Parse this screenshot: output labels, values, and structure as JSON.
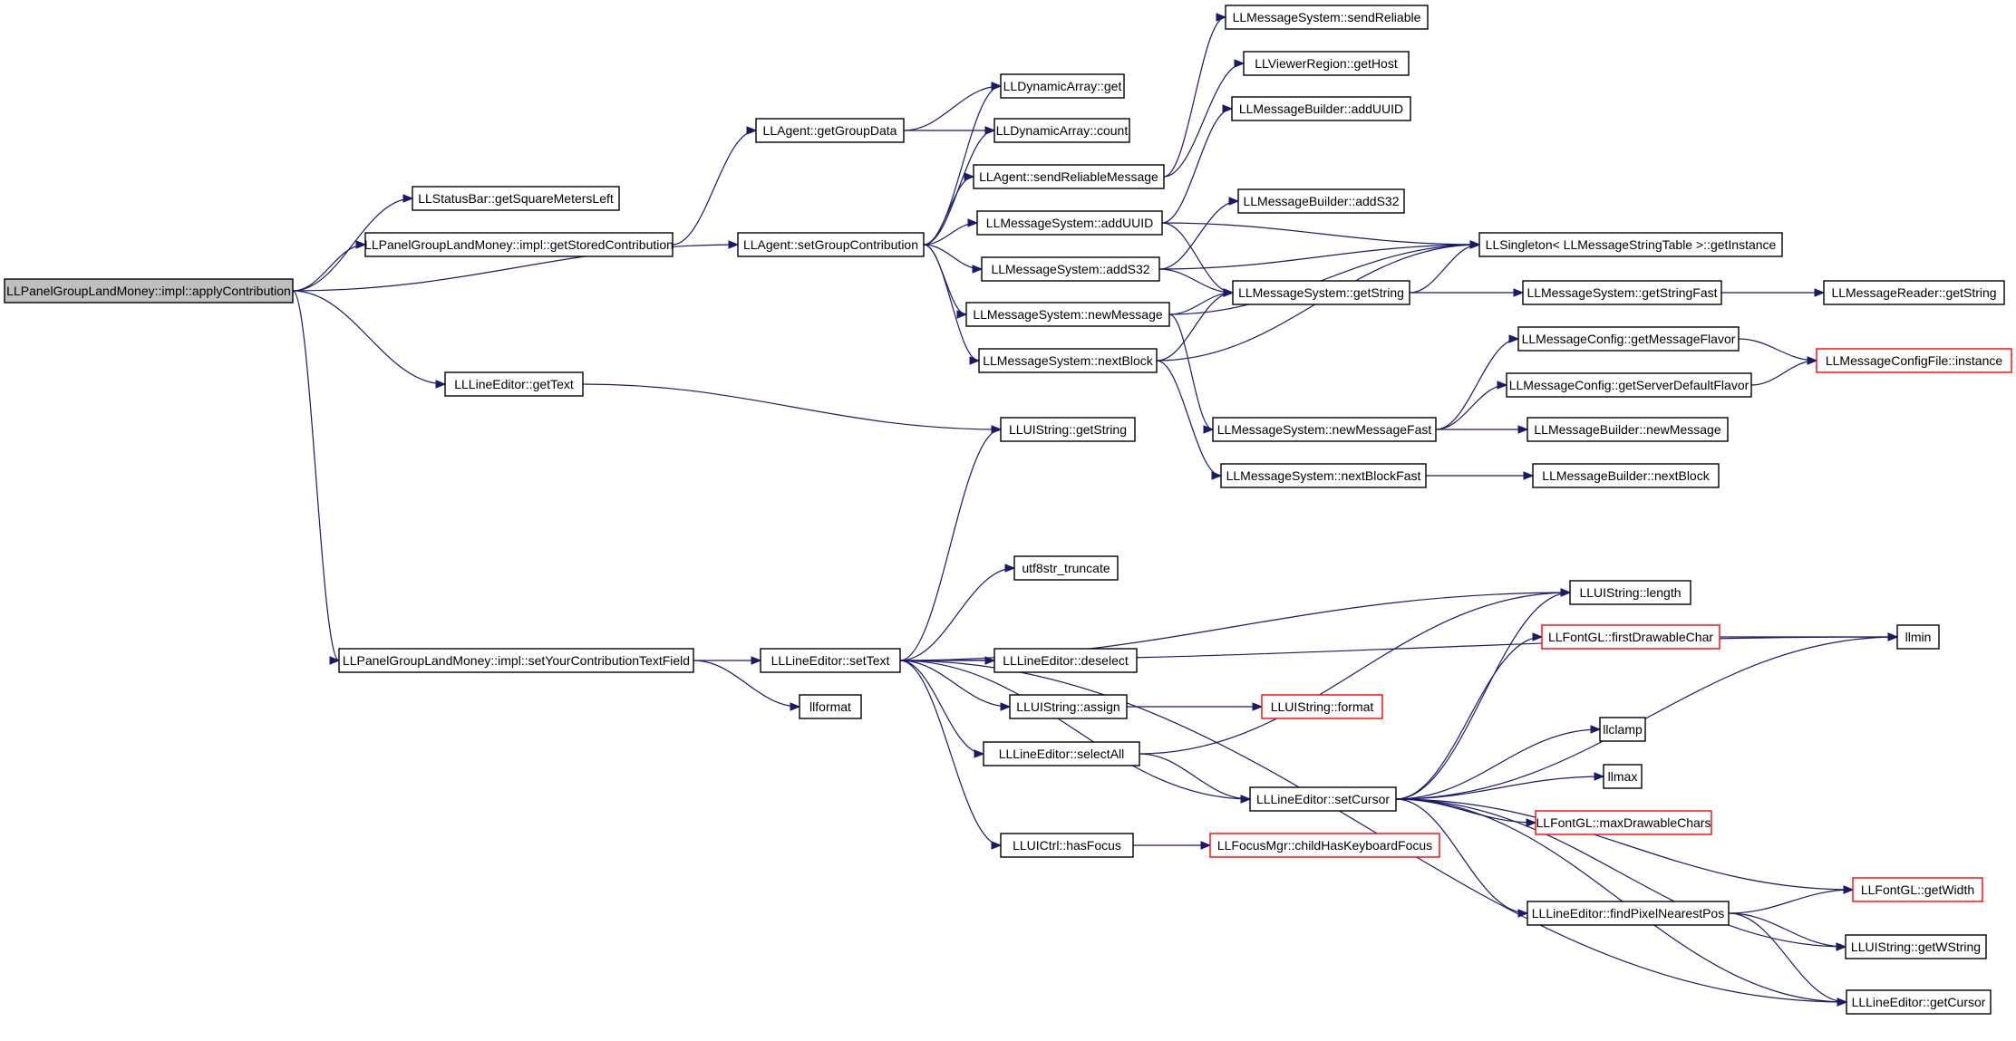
{
  "graph": {
    "root": "LLPanelGroupLandMoney::impl::applyContribution",
    "colors": {
      "edge": "#191970",
      "node_border": "#000000",
      "node_border_external": "#ff0000",
      "root_fill": "#bfbfbf"
    },
    "nodes": [
      {
        "id": "n1",
        "label": "LLPanelGroupLandMoney::impl::applyContribution",
        "style": "root"
      },
      {
        "id": "n2",
        "label": "LLStatusBar::getSquareMetersLeft",
        "style": "normal"
      },
      {
        "id": "n3",
        "label": "LLPanelGroupLandMoney::impl::getStoredContribution",
        "style": "normal"
      },
      {
        "id": "n4",
        "label": "LLAgent::setGroupContribution",
        "style": "normal"
      },
      {
        "id": "n5",
        "label": "LLLineEditor::getText",
        "style": "normal"
      },
      {
        "id": "n6",
        "label": "LLPanelGroupLandMoney::impl::setYourContributionTextField",
        "style": "normal"
      },
      {
        "id": "n7",
        "label": "LLAgent::getGroupData",
        "style": "normal"
      },
      {
        "id": "n8",
        "label": "LLDynamicArray::get",
        "style": "normal"
      },
      {
        "id": "n9",
        "label": "LLDynamicArray::count",
        "style": "normal"
      },
      {
        "id": "n10",
        "label": "LLAgent::sendReliableMessage",
        "style": "normal"
      },
      {
        "id": "n11",
        "label": "LLMessageSystem::addUUID",
        "style": "normal"
      },
      {
        "id": "n12",
        "label": "LLMessageSystem::addS32",
        "style": "normal"
      },
      {
        "id": "n13",
        "label": "LLMessageSystem::newMessage",
        "style": "normal"
      },
      {
        "id": "n14",
        "label": "LLMessageSystem::nextBlock",
        "style": "normal"
      },
      {
        "id": "n15",
        "label": "LLMessageSystem::sendReliable",
        "style": "normal"
      },
      {
        "id": "n16",
        "label": "LLViewerRegion::getHost",
        "style": "normal"
      },
      {
        "id": "n17",
        "label": "LLMessageBuilder::addUUID",
        "style": "normal"
      },
      {
        "id": "n18",
        "label": "LLMessageBuilder::addS32",
        "style": "normal"
      },
      {
        "id": "n19",
        "label": "LLSingleton< LLMessageStringTable >::getInstance",
        "style": "normal"
      },
      {
        "id": "n20",
        "label": "LLMessageSystem::getString",
        "style": "normal"
      },
      {
        "id": "n21",
        "label": "LLMessageSystem::getStringFast",
        "style": "normal"
      },
      {
        "id": "n22",
        "label": "LLMessageReader::getString",
        "style": "normal"
      },
      {
        "id": "n23",
        "label": "LLMessageConfig::getMessageFlavor",
        "style": "normal"
      },
      {
        "id": "n24",
        "label": "LLMessageConfig::getServerDefaultFlavor",
        "style": "normal"
      },
      {
        "id": "n25",
        "label": "LLMessageConfigFile::instance",
        "style": "red"
      },
      {
        "id": "n26",
        "label": "LLMessageSystem::newMessageFast",
        "style": "normal"
      },
      {
        "id": "n27",
        "label": "LLMessageBuilder::newMessage",
        "style": "normal"
      },
      {
        "id": "n28",
        "label": "LLMessageSystem::nextBlockFast",
        "style": "normal"
      },
      {
        "id": "n29",
        "label": "LLMessageBuilder::nextBlock",
        "style": "normal"
      },
      {
        "id": "n30",
        "label": "LLUIString::getString",
        "style": "normal"
      },
      {
        "id": "n31",
        "label": "utf8str_truncate",
        "style": "normal"
      },
      {
        "id": "n32",
        "label": "LLUIString::length",
        "style": "normal"
      },
      {
        "id": "n33",
        "label": "llmin",
        "style": "normal"
      },
      {
        "id": "n34",
        "label": "LLLineEditor::setText",
        "style": "normal"
      },
      {
        "id": "n35",
        "label": "LLLineEditor::deselect",
        "style": "normal"
      },
      {
        "id": "n36",
        "label": "LLFontGL::firstDrawableChar",
        "style": "red"
      },
      {
        "id": "n37",
        "label": "llformat",
        "style": "normal"
      },
      {
        "id": "n38",
        "label": "LLUIString::assign",
        "style": "normal"
      },
      {
        "id": "n39",
        "label": "LLUIString::format",
        "style": "red"
      },
      {
        "id": "n40",
        "label": "llclamp",
        "style": "normal"
      },
      {
        "id": "n41",
        "label": "LLLineEditor::selectAll",
        "style": "normal"
      },
      {
        "id": "n42",
        "label": "llmax",
        "style": "normal"
      },
      {
        "id": "n43",
        "label": "LLLineEditor::setCursor",
        "style": "normal"
      },
      {
        "id": "n44",
        "label": "LLFontGL::maxDrawableChars",
        "style": "red"
      },
      {
        "id": "n45",
        "label": "LLUICtrl::hasFocus",
        "style": "normal"
      },
      {
        "id": "n46",
        "label": "LLFocusMgr::childHasKeyboardFocus",
        "style": "red"
      },
      {
        "id": "n47",
        "label": "LLFontGL::getWidth",
        "style": "red"
      },
      {
        "id": "n48",
        "label": "LLLineEditor::findPixelNearestPos",
        "style": "normal"
      },
      {
        "id": "n49",
        "label": "LLUIString::getWString",
        "style": "normal"
      },
      {
        "id": "n50",
        "label": "LLLineEditor::getCursor",
        "style": "normal"
      }
    ],
    "edges": [
      [
        "n1",
        "n2"
      ],
      [
        "n1",
        "n3"
      ],
      [
        "n1",
        "n4"
      ],
      [
        "n1",
        "n5"
      ],
      [
        "n1",
        "n6"
      ],
      [
        "n3",
        "n7"
      ],
      [
        "n4",
        "n8"
      ],
      [
        "n4",
        "n9"
      ],
      [
        "n4",
        "n10"
      ],
      [
        "n4",
        "n11"
      ],
      [
        "n4",
        "n12"
      ],
      [
        "n4",
        "n13"
      ],
      [
        "n4",
        "n14"
      ],
      [
        "n7",
        "n8"
      ],
      [
        "n7",
        "n9"
      ],
      [
        "n10",
        "n15"
      ],
      [
        "n10",
        "n16"
      ],
      [
        "n11",
        "n17"
      ],
      [
        "n11",
        "n19"
      ],
      [
        "n11",
        "n20"
      ],
      [
        "n12",
        "n18"
      ],
      [
        "n12",
        "n19"
      ],
      [
        "n12",
        "n20"
      ],
      [
        "n13",
        "n20"
      ],
      [
        "n13",
        "n19"
      ],
      [
        "n13",
        "n26"
      ],
      [
        "n14",
        "n20"
      ],
      [
        "n14",
        "n19"
      ],
      [
        "n14",
        "n28"
      ],
      [
        "n20",
        "n19"
      ],
      [
        "n20",
        "n21"
      ],
      [
        "n21",
        "n22"
      ],
      [
        "n23",
        "n25"
      ],
      [
        "n24",
        "n25"
      ],
      [
        "n26",
        "n23"
      ],
      [
        "n26",
        "n24"
      ],
      [
        "n26",
        "n27"
      ],
      [
        "n28",
        "n29"
      ],
      [
        "n5",
        "n30"
      ],
      [
        "n6",
        "n34"
      ],
      [
        "n6",
        "n37"
      ],
      [
        "n34",
        "n30"
      ],
      [
        "n34",
        "n31"
      ],
      [
        "n34",
        "n32"
      ],
      [
        "n34",
        "n33"
      ],
      [
        "n34",
        "n35"
      ],
      [
        "n34",
        "n38"
      ],
      [
        "n34",
        "n41"
      ],
      [
        "n34",
        "n43"
      ],
      [
        "n34",
        "n45"
      ],
      [
        "n34",
        "n50"
      ],
      [
        "n38",
        "n39"
      ],
      [
        "n41",
        "n32"
      ],
      [
        "n41",
        "n43"
      ],
      [
        "n43",
        "n32"
      ],
      [
        "n43",
        "n36"
      ],
      [
        "n43",
        "n33"
      ],
      [
        "n43",
        "n40"
      ],
      [
        "n43",
        "n42"
      ],
      [
        "n43",
        "n44"
      ],
      [
        "n43",
        "n47"
      ],
      [
        "n43",
        "n48"
      ],
      [
        "n43",
        "n49"
      ],
      [
        "n43",
        "n50"
      ],
      [
        "n36",
        "n33"
      ],
      [
        "n45",
        "n46"
      ],
      [
        "n48",
        "n47"
      ],
      [
        "n48",
        "n49"
      ],
      [
        "n48",
        "n50"
      ]
    ]
  }
}
